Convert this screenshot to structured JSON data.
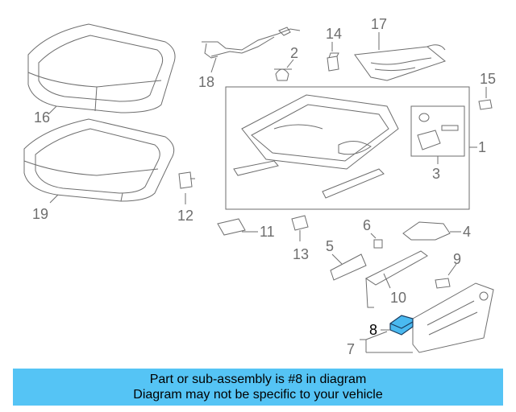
{
  "diagram": {
    "callouts": [
      "1",
      "2",
      "3",
      "4",
      "5",
      "6",
      "7",
      "8",
      "9",
      "10",
      "11",
      "12",
      "13",
      "14",
      "15",
      "16",
      "17",
      "18",
      "19"
    ],
    "highlighted_part": "8",
    "highlight_color": "#55c4f5"
  },
  "banner": {
    "line1": "Part or sub-assembly is #8 in diagram",
    "line2": "Diagram may not be specific to your vehicle"
  }
}
